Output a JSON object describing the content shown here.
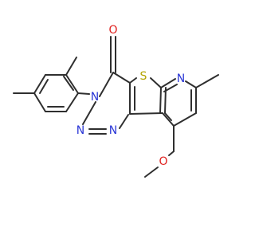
{
  "molecule": {
    "atoms": [
      {
        "id": "S",
        "label": "S",
        "color": "#b3a300"
      },
      {
        "id": "N-pyridine",
        "label": "N",
        "color": "#2a36d6"
      },
      {
        "id": "N3",
        "label": "N",
        "color": "#2a36d6"
      },
      {
        "id": "N2",
        "label": "N",
        "color": "#2a36d6"
      },
      {
        "id": "N1",
        "label": "N",
        "color": "#2a36d6"
      },
      {
        "id": "O-carbonyl",
        "label": "O",
        "color": "#e0201e"
      },
      {
        "id": "O-ether",
        "label": "O",
        "color": "#e0201e"
      }
    ]
  },
  "colors": {
    "bond": "#2f2f2f",
    "background": "#ffffff"
  }
}
